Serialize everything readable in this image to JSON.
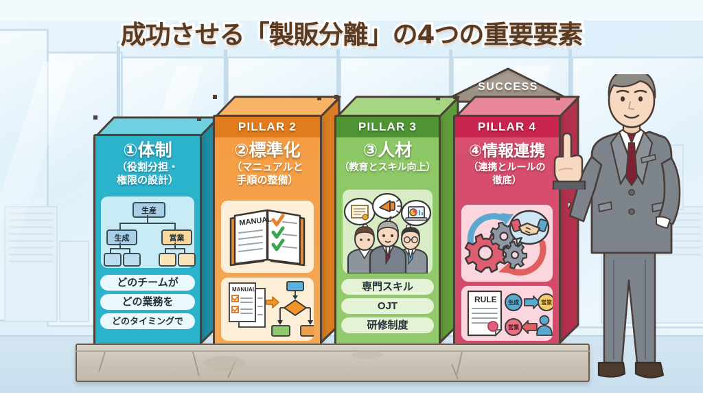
{
  "title": "成功させる「製販分離」の4つの重要要素",
  "roof": {
    "label": "SUCCESS"
  },
  "pillars": [
    {
      "band": "",
      "number": "①",
      "name": "体制",
      "subtitle_lines": [
        "（役割分担・",
        "権限の設計）"
      ],
      "diagram": {
        "type": "org-chart",
        "root": "生産",
        "children": [
          "生成",
          "営業"
        ],
        "leaf_count": 4
      },
      "chips": [
        "どのチームが",
        "どの業務を",
        "どのタイミングで"
      ],
      "colors": {
        "face": "#2cb3cc",
        "top": "#6fd0e2",
        "side": "#1f8ca3",
        "band": "#1f8ca3",
        "panel": "#c8ecf5",
        "chip": "#eaf9fd"
      }
    },
    {
      "band": "PILLAR 2",
      "number": "②",
      "name": "標準化",
      "subtitle_lines": [
        "（マニュアルと",
        "手順の整備）"
      ],
      "diagram": {
        "type": "manual-book",
        "book_label": "MANUAL",
        "check_colors": [
          "#e8822e",
          "#3fa552",
          "#3fa552"
        ]
      },
      "diagram2": {
        "type": "manual-flowchart",
        "doc_label": "MANUAL",
        "flow_nodes": [
          "#58b4de",
          "#f0932b",
          "#8fc96a",
          "#f0a04b"
        ]
      },
      "chips": [],
      "colors": {
        "face": "#f59c42",
        "top": "#f7b467",
        "side": "#d97d22",
        "band": "#e07c1d",
        "panel": "#fdeed8",
        "chip": "#fdf3e3"
      }
    },
    {
      "band": "PILLAR 3",
      "number": "③",
      "name": "人材",
      "subtitle_lines": [
        "（教育とスキル向上）"
      ],
      "diagram": {
        "type": "people-bubbles",
        "bubbles": [
          "certificate-icon",
          "megaphone-icon",
          "laptop-chart-icon"
        ],
        "people": 3
      },
      "chips": [
        "専門スキル",
        "OJT",
        "研修制度"
      ],
      "colors": {
        "face": "#8cc765",
        "top": "#a7d683",
        "side": "#5f9c3c",
        "band": "#4f9434",
        "panel": "#d8edc6",
        "chip": "#e4f3d6"
      }
    },
    {
      "band": "PILLAR 4",
      "number": "④",
      "name": "情報連携",
      "subtitle_lines": [
        "（連携とルールの",
        "徹底）"
      ],
      "diagram": {
        "type": "gears-handshake",
        "icons": [
          "gear-icon",
          "handshake-icon",
          "arrow-cycle-icon"
        ]
      },
      "diagram2": {
        "type": "rule-flow",
        "doc_label": "RULE",
        "flow_top": [
          "生成",
          "営業"
        ],
        "flow_bottom": [
          "営業",
          "person-icon"
        ]
      },
      "chips": [],
      "colors": {
        "face": "#d84f6e",
        "top": "#e8879c",
        "side": "#b3304f",
        "band": "#c8244d",
        "panel": "#fbd6de",
        "chip": "#fde8ed"
      }
    }
  ],
  "person": {
    "name": "businessman-pointing",
    "suit_color": "#7d848c",
    "tie_color": "#7d2336",
    "shirt_color": "#ffffff"
  },
  "pedestal": {
    "name": "stone-base",
    "color": "#cdc5b8"
  }
}
